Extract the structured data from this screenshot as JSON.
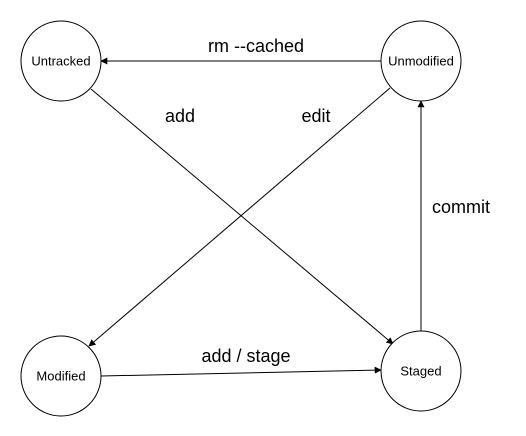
{
  "states": {
    "untracked": "Untracked",
    "unmodified": "Unmodified",
    "modified": "Modified",
    "staged": "Staged"
  },
  "transitions": {
    "rm_cached": "rm --cached",
    "add": "add",
    "edit": "edit",
    "commit": "commit",
    "add_stage": "add / stage"
  }
}
